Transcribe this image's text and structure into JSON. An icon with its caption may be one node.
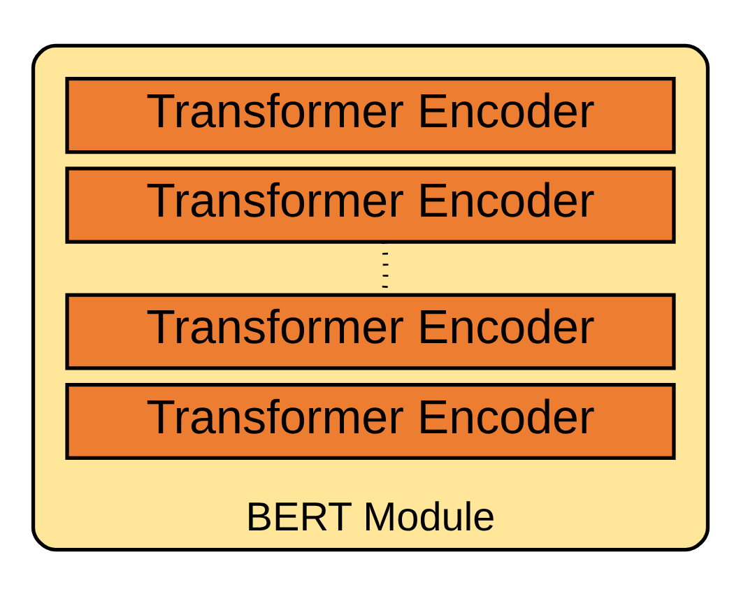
{
  "diagram": {
    "nodes": [
      {
        "text": [
          "BERT Module"
        ]
      },
      {
        "text": [
          "Transformer Encoder"
        ],
        "in": 0
      },
      {
        "text": [
          "Transformer Encoder"
        ],
        "in": 0
      },
      {
        "text": [
          "Transformer Encoder"
        ],
        "in": 0
      },
      {
        "text": [
          "Transformer Encoder"
        ],
        "in": 0
      }
    ],
    "edges": [
      {
        "from": 2,
        "to": 3,
        "arrow": "none",
        "style": "dashed"
      }
    ]
  }
}
